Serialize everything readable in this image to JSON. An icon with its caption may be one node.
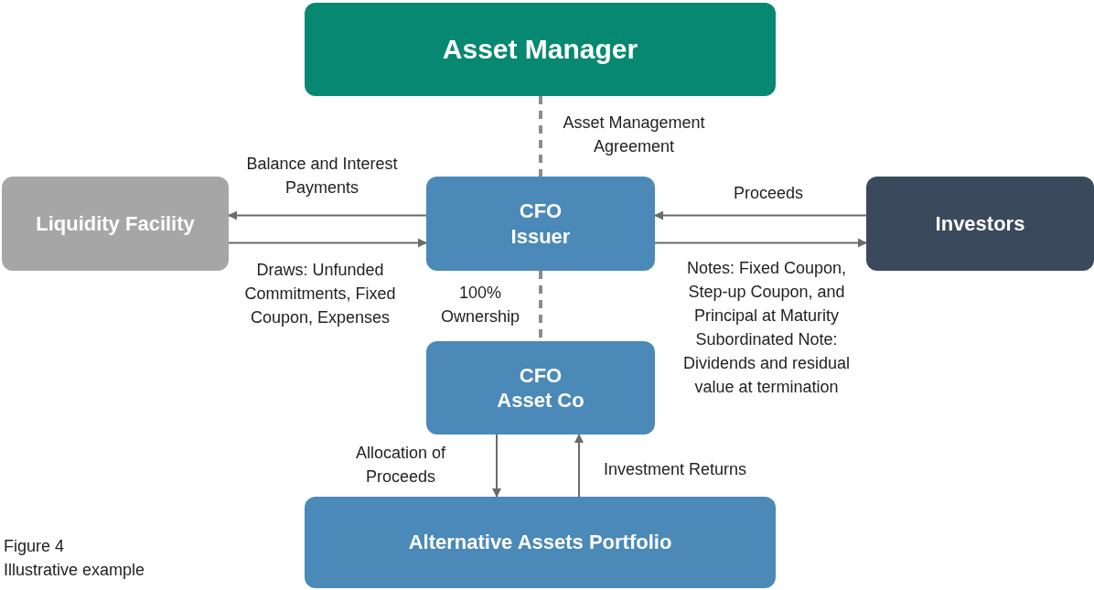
{
  "diagram": {
    "nodes": [
      {
        "text": [
          "Asset Manager"
        ]
      },
      {
        "text": [
          "CFO Issuer"
        ]
      },
      {
        "text": [
          "Liquidity Facility"
        ]
      },
      {
        "text": [
          "Investors"
        ]
      },
      {
        "text": [
          "CFO Asset Co"
        ]
      },
      {
        "text": [
          "Alternative Assets Portfolio"
        ]
      }
    ],
    "edges": [
      {
        "from": 0,
        "to": 1,
        "arrow": "none",
        "style": "dashed",
        "label": "Asset Management Agreement"
      },
      {
        "from": 1,
        "to": 2,
        "arrow": "to",
        "label": "Balance and Interest Payments"
      },
      {
        "from": 2,
        "to": 1,
        "arrow": "to",
        "label": "Draws: Unfunded Commitments, Fixed Coupon, Expenses"
      },
      {
        "from": 3,
        "to": 1,
        "arrow": "to",
        "label": "Proceeds"
      },
      {
        "from": 1,
        "to": 3,
        "arrow": "to",
        "label": "Notes: Fixed Coupon, Step-up Coupon, and Principal at Maturity Subordinated Note: Dividends and residual value at termination"
      },
      {
        "from": 1,
        "to": 4,
        "arrow": "none",
        "style": "dashed",
        "label": "100% Ownership"
      },
      {
        "from": 4,
        "to": 5,
        "arrow": "to",
        "label": "Allocation of Proceeds"
      },
      {
        "from": 5,
        "to": 4,
        "arrow": "to",
        "label": "Investment Returns"
      }
    ],
    "labels": [
      "Figure 4",
      "Illustrative example"
    ]
  }
}
